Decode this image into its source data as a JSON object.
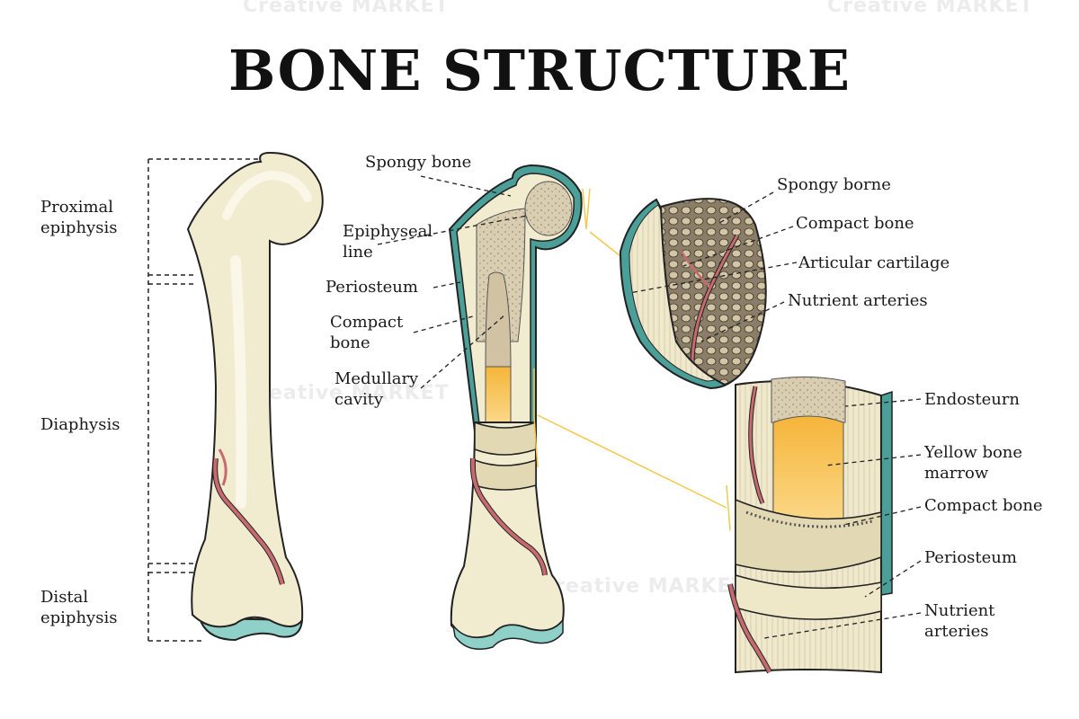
{
  "title": "BONE STRUCTURE",
  "watermark": "Creative MARKET",
  "left_labels": {
    "proximal": "Proximal\nepiphysis",
    "diaphysis": "Diaphysis",
    "distal": "Distal\nepiphysis"
  },
  "middle_labels": {
    "spongy": "Spongy bone",
    "epiphyseal": "Epiphyseal\nline",
    "periosteum": "Periosteum",
    "compact": "Compact\nbone",
    "medullary": "Medullary\ncavity"
  },
  "upper_right_labels": {
    "spongy": "Spongy borne",
    "compact": "Compact bone",
    "cartilage": "Articular cartilage",
    "arteries": "Nutrient arteries"
  },
  "lower_right_labels": {
    "endosteum": "Endosteurn",
    "marrow": "Yellow bone\nmarrow",
    "compact": "Compact bone",
    "periosteum": "Periosteum",
    "arteries": "Nutrient\narteries"
  },
  "colors": {
    "bone": "#f1eccf",
    "bone_shade": "#e3dcb6",
    "cartilage": "#8fd0c9",
    "teal": "#4a9f98",
    "artery": "#c76a6f",
    "marrow": "#f7c24c",
    "spongy": "#d6cbb0",
    "outline": "#222222"
  }
}
